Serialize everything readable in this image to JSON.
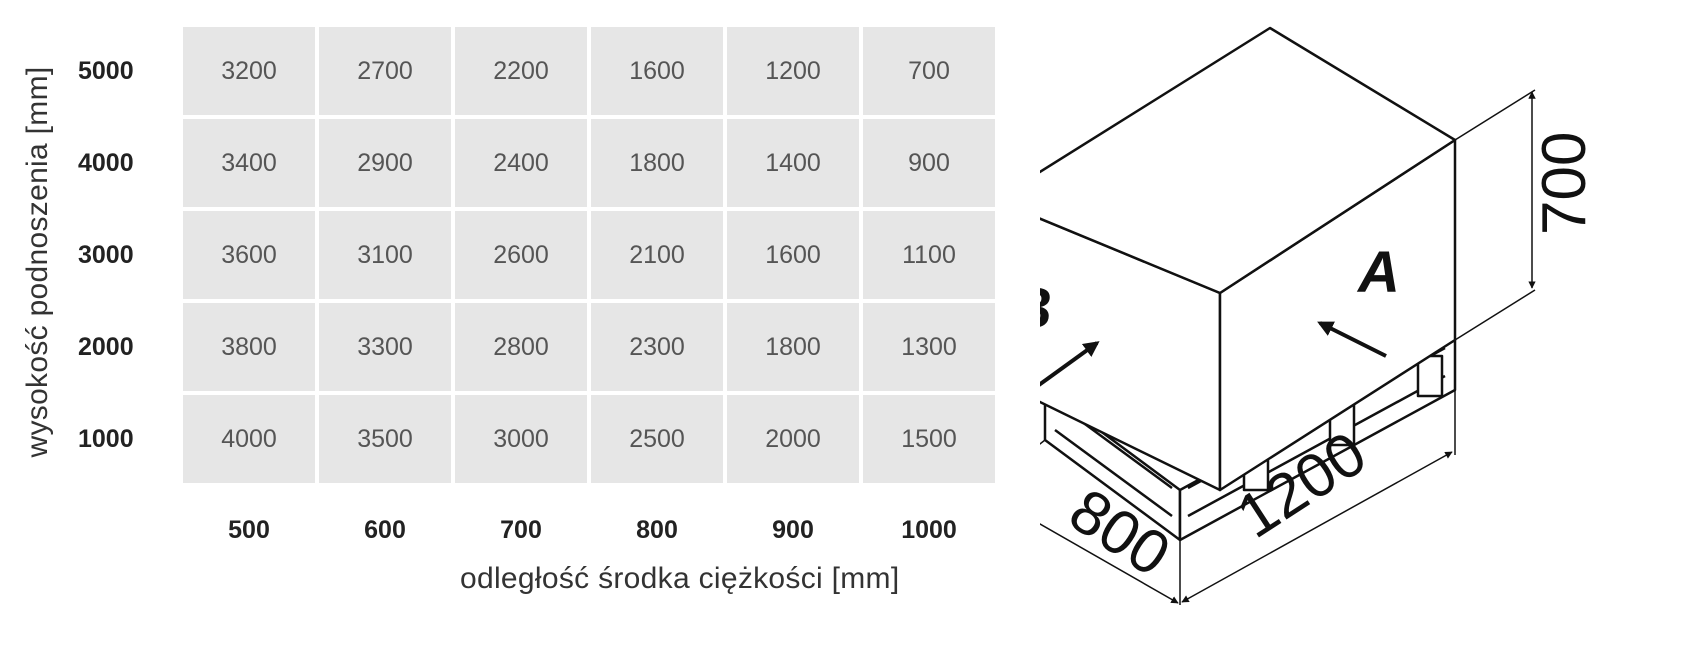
{
  "table": {
    "y_axis_label": "wysokość podnoszenia [mm]",
    "x_axis_label": "odległość środka ciężkości [mm]",
    "row_headers": [
      "5000",
      "4000",
      "3000",
      "2000",
      "1000"
    ],
    "column_headers": [
      "500",
      "600",
      "700",
      "800",
      "900",
      "1000"
    ],
    "rows": [
      [
        "3200",
        "2700",
        "2200",
        "1600",
        "1200",
        "700"
      ],
      [
        "3400",
        "2900",
        "2400",
        "1800",
        "1400",
        "900"
      ],
      [
        "3600",
        "3100",
        "2600",
        "2100",
        "1600",
        "1100"
      ],
      [
        "3800",
        "3300",
        "2800",
        "2300",
        "1800",
        "1300"
      ],
      [
        "4000",
        "3500",
        "3000",
        "2500",
        "2000",
        "1500"
      ]
    ]
  },
  "diagram": {
    "dimension_height": "700",
    "dimension_length": "1200",
    "dimension_width": "800",
    "side_a": "A",
    "side_b": "B"
  }
}
